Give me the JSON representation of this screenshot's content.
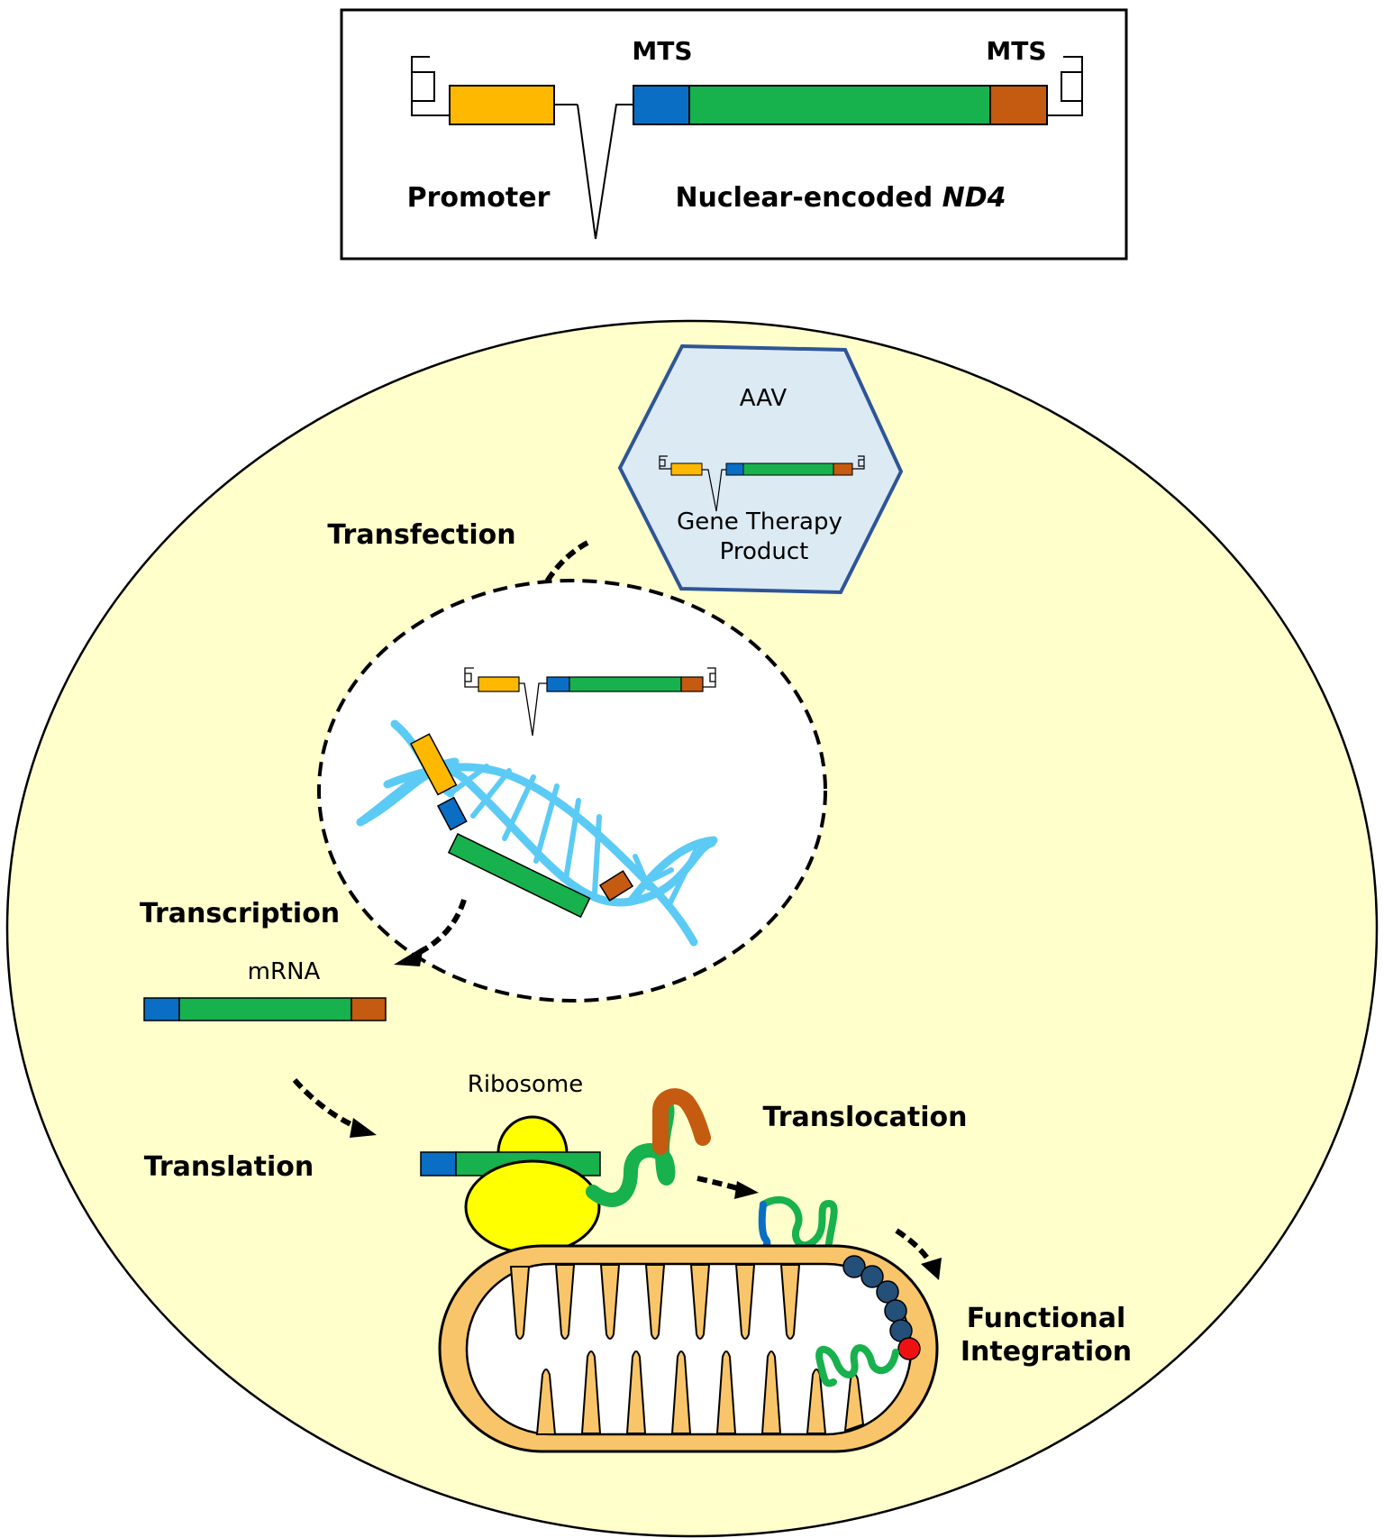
{
  "construct": {
    "mts_left_label": "MTS",
    "mts_right_label": "MTS",
    "promoter_label": "Promoter",
    "gene_label_prefix": "Nuclear-encoded ",
    "gene_label_italic": "ND4"
  },
  "aav": {
    "title": "AAV",
    "product_line1": "Gene Therapy",
    "product_line2": "Product"
  },
  "steps": {
    "transfection": "Transfection",
    "transcription": "Transcription",
    "mrna": "mRNA",
    "ribosome": "Ribosome",
    "translation": "Translation",
    "translocation": "Translocation",
    "functional_line1": "Functional",
    "functional_line2": "Integration"
  },
  "colors": {
    "promoter": "#FFB800",
    "mts_n": "#0A6EC4",
    "nd4": "#17B14E",
    "mts_c": "#C55A11",
    "cell": "#FFFFCC",
    "dna": "#5BCBF5",
    "ribosome": "#FFFF00",
    "mitochondria": "#F9C56A",
    "complex": "#234F78",
    "aav_fill": "#DCEAF4",
    "aav_stroke": "#2E5597"
  }
}
